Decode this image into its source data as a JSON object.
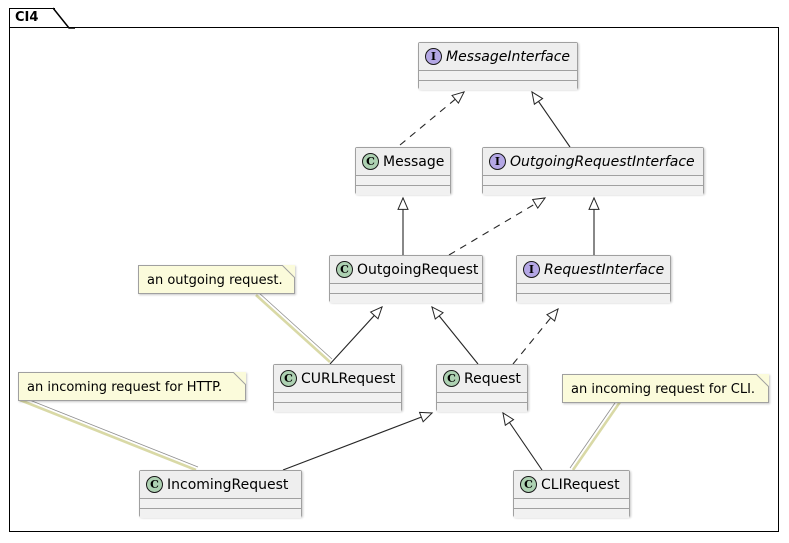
{
  "diagram": {
    "package_label": "CI4",
    "type": "uml-class-diagram",
    "stereotype_class": "C",
    "stereotype_interface": "I",
    "colors": {
      "class_badge": "#add1b2",
      "interface_badge": "#b4a7e5",
      "node_fill": "#f1f1f1",
      "node_border": "#a0a0a0",
      "note_fill": "#fbfbdb",
      "frame_border": "#000000"
    }
  },
  "nodes": [
    {
      "id": "MessageInterface",
      "name": "MessageInterface",
      "kind": "interface",
      "badge": "I"
    },
    {
      "id": "Message",
      "name": "Message",
      "kind": "class",
      "badge": "C"
    },
    {
      "id": "OutgoingRequestInterface",
      "name": "OutgoingRequestInterface",
      "kind": "interface",
      "badge": "I"
    },
    {
      "id": "OutgoingRequest",
      "name": "OutgoingRequest",
      "kind": "class",
      "badge": "C"
    },
    {
      "id": "RequestInterface",
      "name": "RequestInterface",
      "kind": "interface",
      "badge": "I"
    },
    {
      "id": "CURLRequest",
      "name": "CURLRequest",
      "kind": "class",
      "badge": "C"
    },
    {
      "id": "Request",
      "name": "Request",
      "kind": "class",
      "badge": "C"
    },
    {
      "id": "IncomingRequest",
      "name": "IncomingRequest",
      "kind": "class",
      "badge": "C"
    },
    {
      "id": "CLIRequest",
      "name": "CLIRequest",
      "kind": "class",
      "badge": "C"
    }
  ],
  "notes": [
    {
      "id": "note-outgoing",
      "text": "an outgoing request.",
      "attached_to": "OutgoingRequest"
    },
    {
      "id": "note-incoming-http",
      "text": "an incoming request for HTTP.",
      "attached_to": "IncomingRequest"
    },
    {
      "id": "note-incoming-cli",
      "text": "an incoming request for CLI.",
      "attached_to": "CLIRequest"
    }
  ],
  "relations": [
    {
      "from": "Message",
      "to": "MessageInterface",
      "type": "realization"
    },
    {
      "from": "OutgoingRequestInterface",
      "to": "MessageInterface",
      "type": "generalization"
    },
    {
      "from": "OutgoingRequest",
      "to": "Message",
      "type": "generalization"
    },
    {
      "from": "OutgoingRequest",
      "to": "OutgoingRequestInterface",
      "type": "realization"
    },
    {
      "from": "RequestInterface",
      "to": "OutgoingRequestInterface",
      "type": "generalization"
    },
    {
      "from": "CURLRequest",
      "to": "OutgoingRequest",
      "type": "generalization"
    },
    {
      "from": "Request",
      "to": "OutgoingRequest",
      "type": "generalization"
    },
    {
      "from": "Request",
      "to": "RequestInterface",
      "type": "realization"
    },
    {
      "from": "IncomingRequest",
      "to": "Request",
      "type": "generalization"
    },
    {
      "from": "CLIRequest",
      "to": "Request",
      "type": "generalization"
    }
  ]
}
